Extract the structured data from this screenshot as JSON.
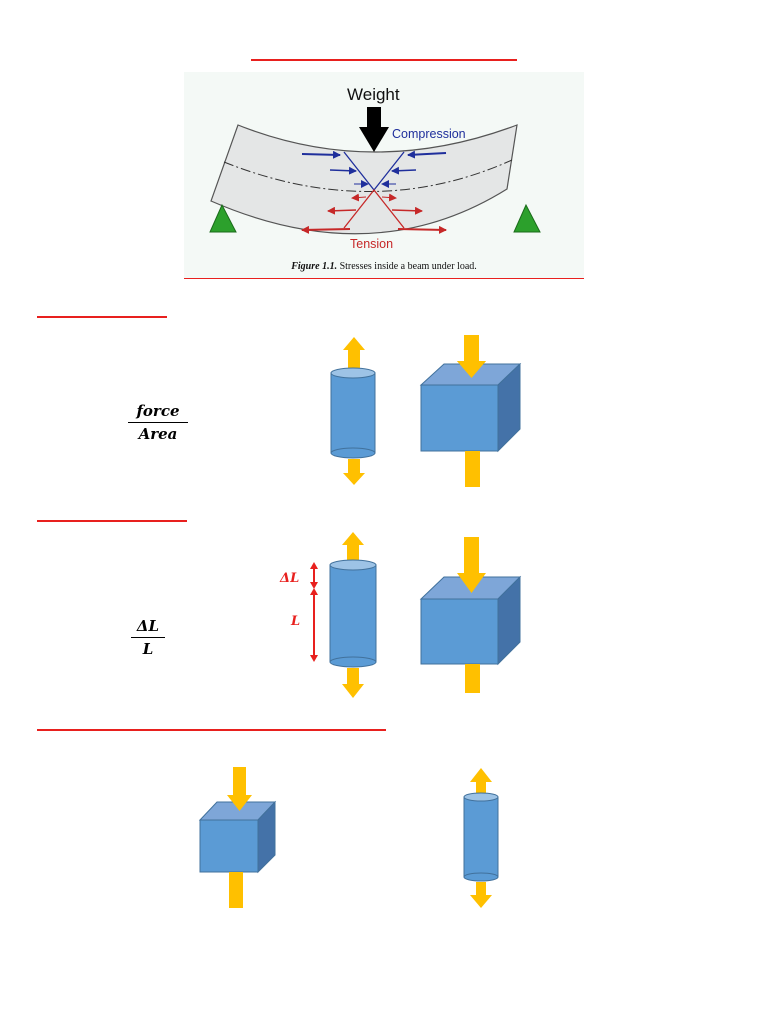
{
  "figure": {
    "weight_label": "Weight",
    "compression_label": "Compression",
    "tension_label": "Tension",
    "caption_prefix": "Figure 1.1.",
    "caption_text": "Stresses inside a beam under load."
  },
  "stress": {
    "numerator": "force",
    "denominator": "Area"
  },
  "strain": {
    "numerator": "ΔL",
    "denominator": "L",
    "delta_label": "ΔL",
    "length_label": "L"
  },
  "colors": {
    "heading_line": "#e8201e",
    "arrow": "#ffc000",
    "shape_fill": "#5b9bd5",
    "support": "#2ca02c",
    "compression": "#1f2f9c",
    "tension": "#c62828"
  },
  "icons": [
    "tension-cylinder-icon",
    "compression-cube-icon",
    "support-triangle-icon",
    "weight-arrow-icon"
  ]
}
